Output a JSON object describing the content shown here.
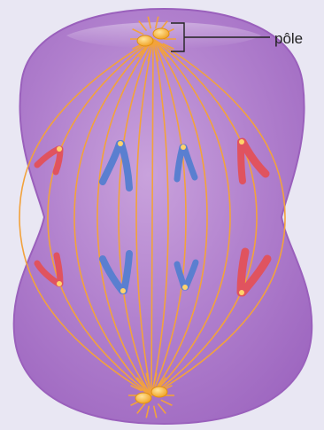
{
  "labels": {
    "pole": "pôle"
  },
  "colors": {
    "background": "#e9e7f3",
    "cell_fill": "#a86fc6",
    "cell_edge": "#9d63bf",
    "spindle_fiber": "#f2a23c",
    "centrosome": "#f5b42a",
    "chromosome_red": "#e0535f",
    "chromosome_blue": "#5a7fd0",
    "pointer_line": "#222222"
  },
  "icons": {
    "cell": "cell-body",
    "spindle": "spindle-fibers",
    "centrosome": "centrosome-pair",
    "chromosome": "chromatid"
  }
}
